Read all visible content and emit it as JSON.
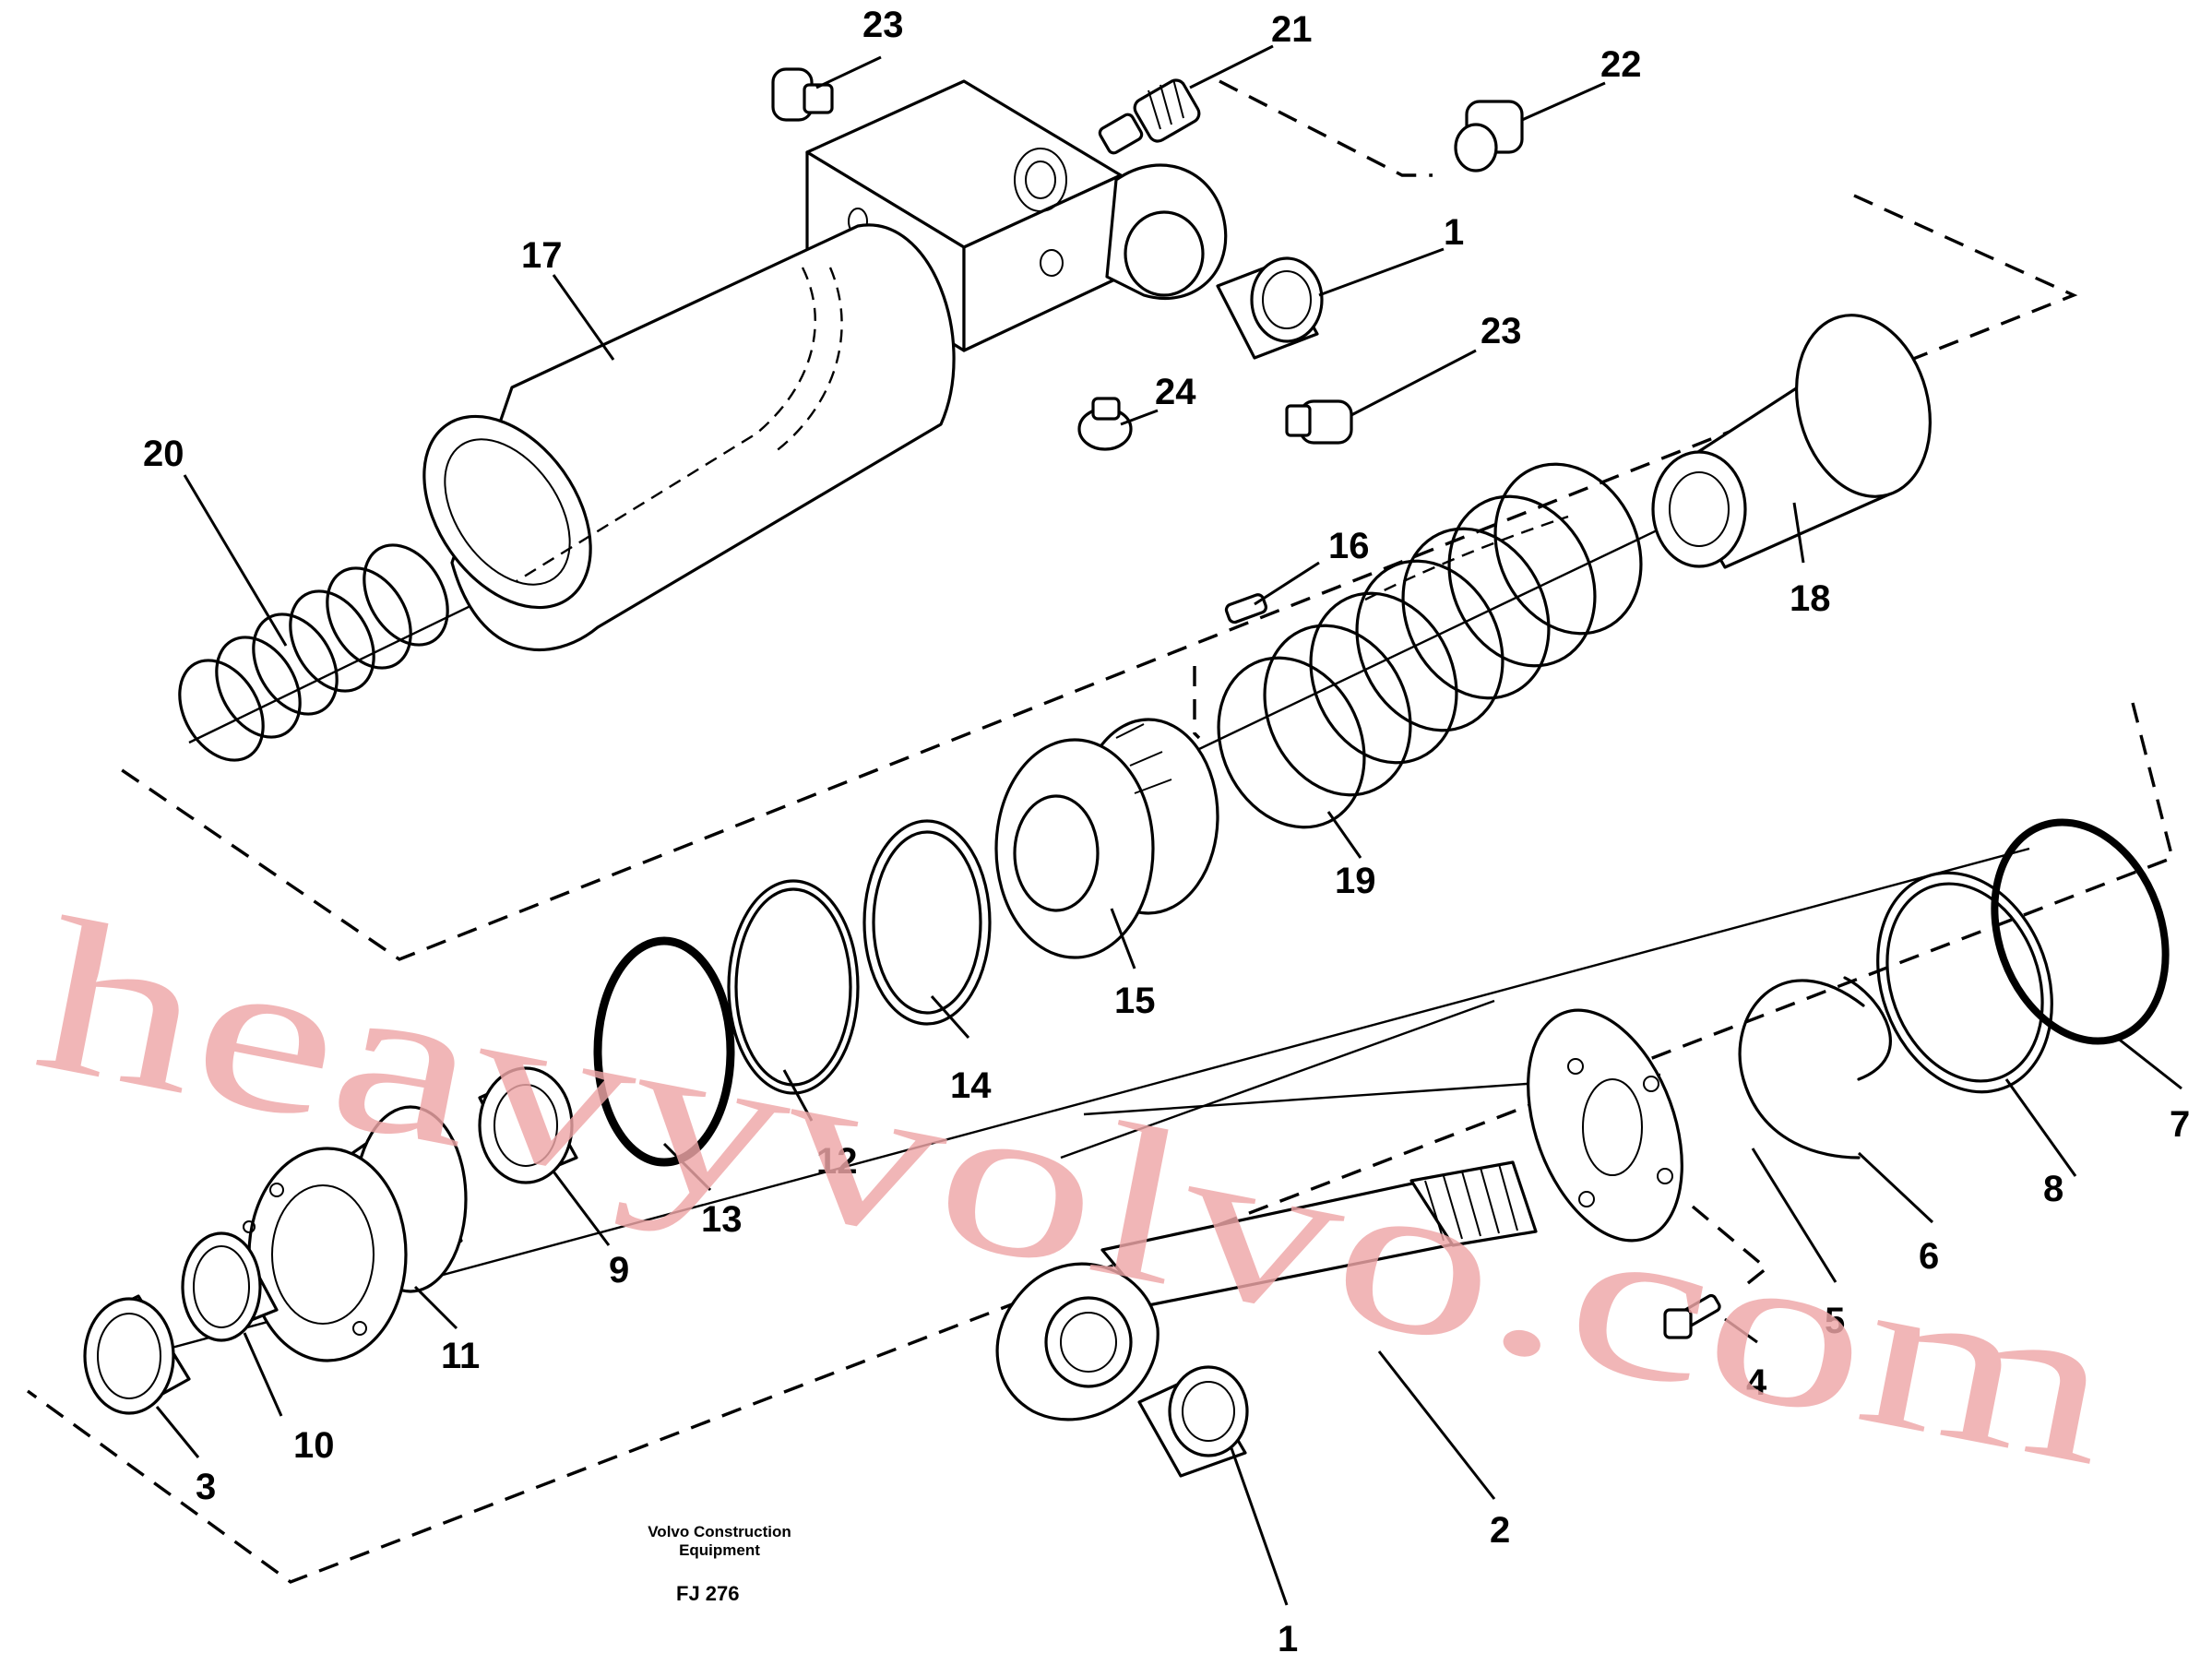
{
  "caption": {
    "line1": "Volvo Construction",
    "line2": "Equipment",
    "code": "FJ 276"
  },
  "watermark": {
    "text": "heavyvolvo.com",
    "color": "#efa7a8"
  },
  "callouts": {
    "c1a": "1",
    "c1b": "1",
    "c2": "2",
    "c3": "3",
    "c4": "4",
    "c5": "5",
    "c6": "6",
    "c7": "7",
    "c8": "8",
    "c9": "9",
    "c10": "10",
    "c11": "11",
    "c12": "12",
    "c13": "13",
    "c14": "14",
    "c15": "15",
    "c16": "16",
    "c17": "17",
    "c18": "18",
    "c19": "19",
    "c20": "20",
    "c21": "21",
    "c22": "22",
    "c23a": "23",
    "c23b": "23",
    "c24": "24"
  }
}
